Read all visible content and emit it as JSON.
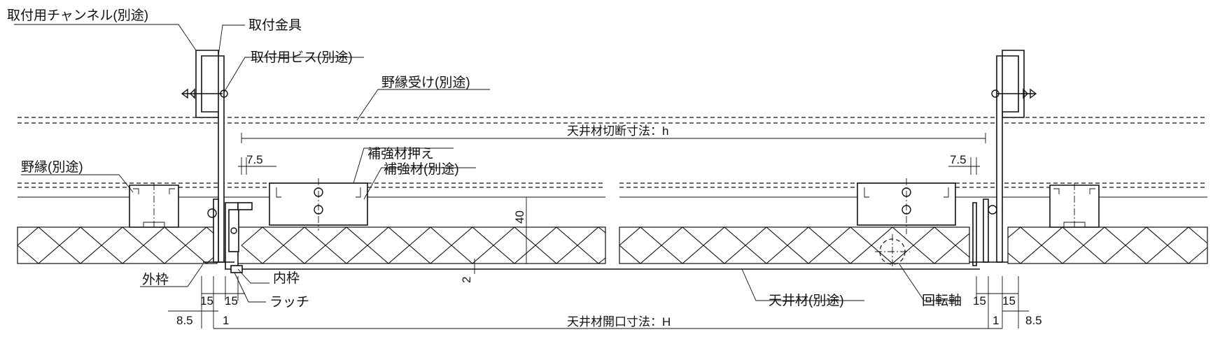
{
  "labels": {
    "channel": "取付用チャンネル(別途)",
    "bracket": "取付金具",
    "screw": "取付用ビス(別途)",
    "nobuchi_uke": "野縁受け(別途)",
    "nobuchi": "野縁(別途)",
    "reinforce_press": "補強材押え",
    "reinforce": "補強材(別途)",
    "outer_frame": "外枠",
    "inner_frame": "内枠",
    "latch": "ラッチ",
    "ceiling_material": "天井材(別途)",
    "pivot": "回転軸"
  },
  "dimensions": {
    "cut_size": "天井材切断寸法：h",
    "opening_size": "天井材開口寸法：H",
    "d_7_5_left": "7.5",
    "d_7_5_right": "7.5",
    "d_40": "40",
    "d_2": "2",
    "d_15_a": "15",
    "d_15_b": "15",
    "d_15_c": "15",
    "d_15_d": "15",
    "d_8_5_left": "8.5",
    "d_8_5_right": "8.5",
    "d_1_left": "1",
    "d_1_right": "1"
  }
}
